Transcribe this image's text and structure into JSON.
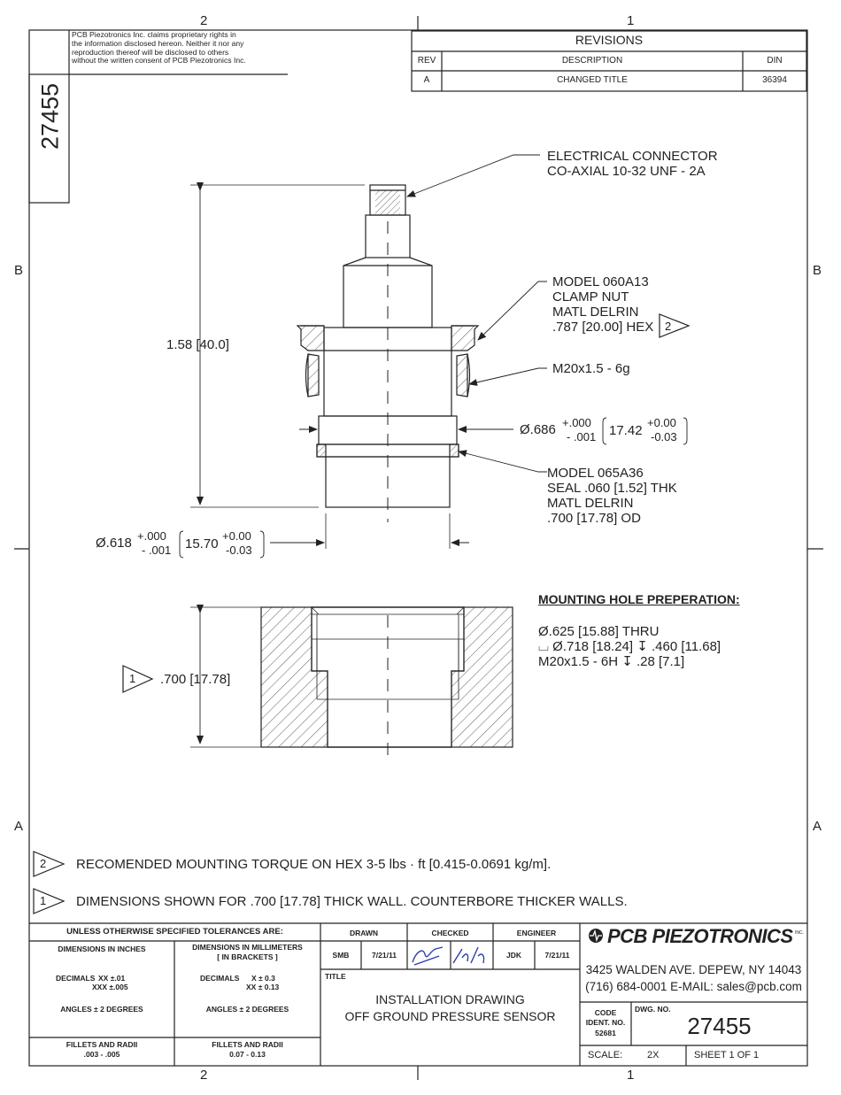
{
  "zones": {
    "top_left": "2",
    "top_right": "1",
    "bottom_left": "2",
    "bottom_right": "1",
    "left_upper": "B",
    "right_upper": "B",
    "left_lower": "A",
    "right_lower": "A"
  },
  "proprietary": {
    "line1": "PCB Piezotronics Inc. claims proprietary rights in",
    "line2": "the information disclosed hereon.  Neither it nor any",
    "line3": "reproduction thereof will be disclosed to others",
    "line4": "without the written consent of PCB Piezotronics Inc."
  },
  "side_dwg_no": "27455",
  "revisions": {
    "title": "REVISIONS",
    "headers": {
      "rev": "REV",
      "description": "DESCRIPTION",
      "din": "DIN"
    },
    "rows": [
      {
        "rev": "A",
        "description": "CHANGED TITLE",
        "din": "36394"
      }
    ]
  },
  "callouts": {
    "connector_1": "ELECTRICAL CONNECTOR",
    "connector_2": "CO-AXIAL 10-32 UNF - 2A",
    "clamp_1": "MODEL 060A13",
    "clamp_2": "CLAMP NUT",
    "clamp_3": "MATL DELRIN",
    "clamp_4": ".787 [20.00] HEX",
    "clamp_note": "2",
    "thread": "M20x1.5 - 6g",
    "seal_1": "MODEL 065A36",
    "seal_2": "SEAL .060 [1.52] THK",
    "seal_3": "MATL DELRIN",
    "seal_4": ".700 [17.78] OD"
  },
  "dims": {
    "height": "1.58 [40.0]",
    "dia686_main": "Ø.686",
    "dia686_plus": "+.000",
    "dia686_minus": "- .001",
    "dia686_mm": "17.42",
    "dia686_mm_plus": "+0.00",
    "dia686_mm_minus": "-0.03",
    "dia618_main": "Ø.618",
    "dia618_plus": "+.000",
    "dia618_minus": "- .001",
    "dia618_mm": "15.70",
    "dia618_mm_plus": "+0.00",
    "dia618_mm_minus": "-0.03",
    "wall": ".700 [17.78]",
    "wall_note": "1"
  },
  "mounting": {
    "title": "MOUNTING HOLE PREPERATION:",
    "line1": "Ø.625 [15.88] THRU",
    "line2": "⌴ Ø.718 [18.24] ↧ .460 [11.68]",
    "line3": "M20x1.5 - 6H ↧ .28 [7.1]"
  },
  "notes": [
    {
      "num": "2",
      "text": "RECOMENDED MOUNTING TORQUE ON HEX 3-5 lbs · ft [0.415-0.0691 kg/m]."
    },
    {
      "num": "1",
      "text": "DIMENSIONS SHOWN FOR .700 [17.78] THICK WALL. COUNTERBORE THICKER WALLS."
    }
  ],
  "tolerances": {
    "title": "UNLESS OTHERWISE SPECIFIED TOLERANCES ARE:",
    "in_head": "DIMENSIONS  IN INCHES",
    "mm_head_1": "DIMENSIONS IN MILLIMETERS",
    "mm_head_2": "[ IN BRACKETS ]",
    "in_dec_label": "DECIMALS",
    "in_dec_1": "XX ±.01",
    "in_dec_2": "XXX ±.005",
    "mm_dec_label": "DECIMALS",
    "mm_dec_1": "X   ± 0.3",
    "mm_dec_2": "XX   ± 0.13",
    "in_ang": "ANGLES ± 2 DEGREES",
    "mm_ang": "ANGLES ± 2 DEGREES",
    "in_fil_1": "FILLETS AND RADII",
    "in_fil_2": ".003 - .005",
    "mm_fil_1": "FILLETS AND RADII",
    "mm_fil_2": "0.07 - 0.13"
  },
  "approvals": {
    "drawn_head": "DRAWN",
    "checked_head": "CHECKED",
    "engineer_head": "ENGINEER",
    "drawn_by": "SMB",
    "drawn_date": "7/21/11",
    "engineer_by": "JDK",
    "engineer_date": "7/21/11"
  },
  "title_block": {
    "title_label": "TITLE",
    "title_1": "INSTALLATION DRAWING",
    "title_2": "OFF GROUND  PRESSURE SENSOR",
    "company": "PCB PIEZOTRONICS",
    "company_suffix": "INC.",
    "address": "3425 WALDEN AVE. DEPEW, NY 14043",
    "contact": "(716)  684-0001 E-MAIL:  sales@pcb.com",
    "code_1": "CODE",
    "code_2": "IDENT. NO.",
    "code_no": "52681",
    "dwg_label": "DWG. NO.",
    "dwg_no": "27455",
    "scale_label": "SCALE:",
    "scale": "2X",
    "sheet": "SHEET   1  OF  1"
  },
  "colors": {
    "ink": "#222222",
    "signature": "#2a3fa8"
  }
}
